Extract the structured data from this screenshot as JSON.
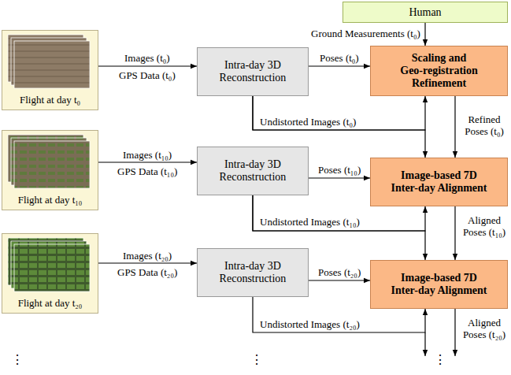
{
  "diagram": {
    "nodes": [
      {
        "text": [
          "Human"
        ]
      },
      {
        "text": [
          "Flight at day t₀"
        ]
      },
      {
        "text": [
          "Intra-day 3D Reconstruction"
        ]
      },
      {
        "text": [
          "Scaling and Geo-registration Refinement"
        ]
      },
      {
        "text": [
          "Flight at day t₁₀"
        ]
      },
      {
        "text": [
          "Intra-day 3D Reconstruction"
        ]
      },
      {
        "text": [
          "Image-based 7D Inter-day Alignment"
        ]
      },
      {
        "text": [
          "Flight at day t₂₀"
        ]
      },
      {
        "text": [
          "Intra-day 3D Reconstruction"
        ]
      },
      {
        "text": [
          "Image-based 7D Inter-day Alignment"
        ]
      }
    ],
    "edges": [
      {
        "from": 0,
        "to": 3,
        "label": "Ground Measurements (t₀)",
        "arrow": "to"
      },
      {
        "from": 1,
        "to": 2,
        "label": "Images (t₀)",
        "arrow": "to"
      },
      {
        "from": 2,
        "to": 3,
        "label": "Poses (t₀)",
        "arrow": "to"
      },
      {
        "from": 2,
        "to": 3,
        "label": "Undistorted Images (t₀)",
        "arrow": "to"
      },
      {
        "from": 2,
        "to": 6,
        "arrow": "to"
      },
      {
        "from": 3,
        "to": 6,
        "label": "Refined Poses (t₀)",
        "arrow": "to"
      },
      {
        "from": 4,
        "to": 5,
        "label": "Images (t₁₀)",
        "arrow": "to"
      },
      {
        "from": 5,
        "to": 6,
        "label": "Poses (t₁₀)",
        "arrow": "to"
      },
      {
        "from": 5,
        "to": 6,
        "label": "Undistorted Images (t₁₀)",
        "arrow": "to"
      },
      {
        "from": 5,
        "to": 9,
        "arrow": "to"
      },
      {
        "from": 6,
        "to": 9,
        "label": "Aligned Poses (t₁₀)",
        "arrow": "to"
      },
      {
        "from": 7,
        "to": 8,
        "label": "Images (t₂₀)",
        "arrow": "to"
      },
      {
        "from": 8,
        "to": 9,
        "label": "Poses (t₂₀)",
        "arrow": "to"
      },
      {
        "from": 8,
        "to": 9,
        "label": "Undistorted Images (t₂₀)",
        "arrow": "to"
      }
    ],
    "labels": [
      "GPS Data (t₀)",
      "GPS Data (t₁₀)",
      "GPS Data (t₂₀)",
      "Aligned Poses (t₂₀)",
      "⋮",
      "⋮",
      "⋮"
    ]
  }
}
